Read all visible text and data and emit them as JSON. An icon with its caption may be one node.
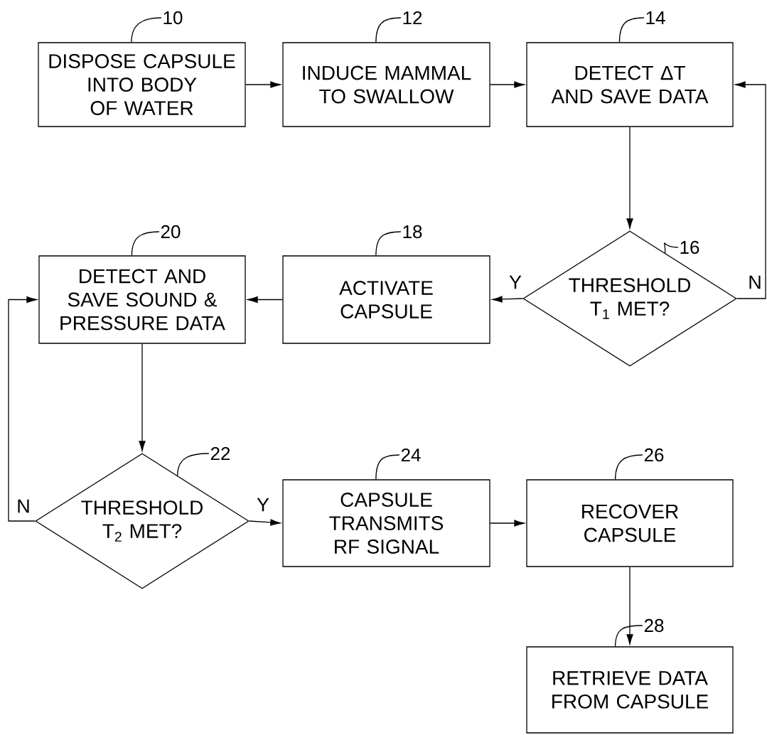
{
  "diagram": {
    "nodes": [
      {
        "text": [
          "DISPOSE CAPSULE INTO BODY OF WATER"
        ]
      },
      {
        "text": [
          "INDUCE MAMMAL TO SWALLOW"
        ]
      },
      {
        "text": [
          "DETECT ΔT AND SAVE DATA"
        ]
      },
      {
        "text": [
          "THRESHOLD T$_{1}$ MET?"
        ]
      },
      {
        "text": [
          "ACTIVATE CAPSULE"
        ]
      },
      {
        "text": [
          "DETECT AND SAVE SOUND & PRESSURE DATA"
        ]
      },
      {
        "text": [
          "THRESHOLD T$_{2}$ MET?"
        ]
      },
      {
        "text": [
          "CAPSULE TRANSMITS RF SIGNAL"
        ]
      },
      {
        "text": [
          "RECOVER CAPSULE"
        ]
      },
      {
        "text": [
          "RETRIEVE DATA FROM CAPSULE"
        ]
      },
      {
        "text": [
          "10"
        ]
      },
      {
        "text": [
          "12"
        ]
      },
      {
        "text": [
          "14"
        ]
      },
      {
        "text": [
          "16"
        ]
      },
      {
        "text": [
          "18"
        ]
      },
      {
        "text": [
          "20"
        ]
      },
      {
        "text": [
          "22"
        ]
      },
      {
        "text": [
          "24"
        ]
      },
      {
        "text": [
          "26"
        ]
      },
      {
        "text": [
          "28"
        ]
      }
    ],
    "edges": [
      {
        "from": 0,
        "to": 1,
        "arrow": "to"
      },
      {
        "from": 1,
        "to": 2,
        "arrow": "to"
      },
      {
        "from": 2,
        "to": 3,
        "arrow": "to"
      },
      {
        "from": 3,
        "to": 4,
        "arrow": "to",
        "label": "Y"
      },
      {
        "from": 3,
        "to": 2,
        "arrow": "to",
        "label": "N"
      },
      {
        "from": 4,
        "to": 5,
        "arrow": "to"
      },
      {
        "from": 5,
        "to": 6,
        "arrow": "to"
      },
      {
        "from": 6,
        "to": 7,
        "arrow": "to",
        "label": "Y"
      },
      {
        "from": 6,
        "to": 5,
        "arrow": "to",
        "label": "N"
      },
      {
        "from": 7,
        "to": 8,
        "arrow": "to"
      },
      {
        "from": 8,
        "to": 9,
        "arrow": "to"
      },
      {
        "from": 10,
        "to": 0,
        "arrow": "none"
      },
      {
        "from": 11,
        "to": 1,
        "arrow": "none"
      },
      {
        "from": 12,
        "to": 2,
        "arrow": "none"
      },
      {
        "from": 13,
        "to": 3,
        "arrow": "none"
      },
      {
        "from": 14,
        "to": 4,
        "arrow": "none"
      },
      {
        "from": 15,
        "to": 5,
        "arrow": "none"
      },
      {
        "from": 16,
        "to": 6,
        "arrow": "none"
      },
      {
        "from": 17,
        "to": 7,
        "arrow": "none"
      },
      {
        "from": 18,
        "to": 8,
        "arrow": "none"
      },
      {
        "from": 19,
        "to": 9,
        "arrow": "none"
      }
    ]
  }
}
